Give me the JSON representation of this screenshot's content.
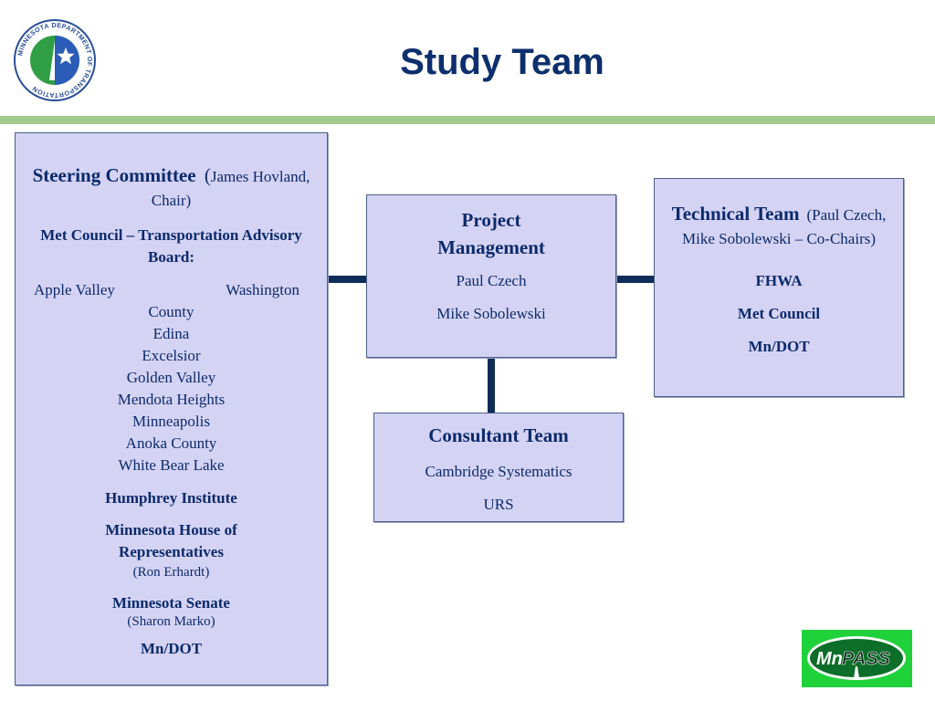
{
  "slide": {
    "title": "Study Team"
  },
  "logo": {
    "ring_text": "MINNESOTA DEPARTMENT OF TRANSPORTATION"
  },
  "steering": {
    "heading": "Steering Committee",
    "chair_open": "(",
    "chair_text": "James Hovland, Chair)",
    "met_council": "Met Council – Transportation Advisory Board:",
    "members_row1": [
      "Apple Valley",
      "Washington"
    ],
    "members": [
      "County",
      "Edina",
      "Excelsior",
      "Golden Valley",
      "Mendota Heights",
      "Minneapolis",
      "Anoka County",
      "White Bear Lake"
    ],
    "humphrey": "Humphrey Institute",
    "mn_house": "Minnesota House of Representatives",
    "mn_house_rep": "(Ron Erhardt)",
    "mn_senate": "Minnesota Senate",
    "mn_senate_rep": "(Sharon Marko)",
    "mndot": "Mn/DOT"
  },
  "project": {
    "heading": "Project Management",
    "people": [
      "Paul Czech",
      "Mike Sobolewski"
    ]
  },
  "technical": {
    "heading": "Technical Team",
    "chairs": "(Paul Czech, Mike Sobolewski – Co-Chairs)",
    "orgs": [
      "FHWA",
      "Met Council",
      "Mn/DOT"
    ]
  },
  "consultant": {
    "heading": "Consultant Team",
    "firms": [
      "Cambridge Systematics",
      "URS"
    ]
  },
  "mnpass": {
    "prefix": "Mn",
    "suffix": "PASS"
  },
  "colors": {
    "box_fill": "#d5d3f4",
    "connector": "#0f2d58",
    "title": "#0d2f6e",
    "rule": "#a2cb8d",
    "mnpass_bg": "#20d23a"
  }
}
